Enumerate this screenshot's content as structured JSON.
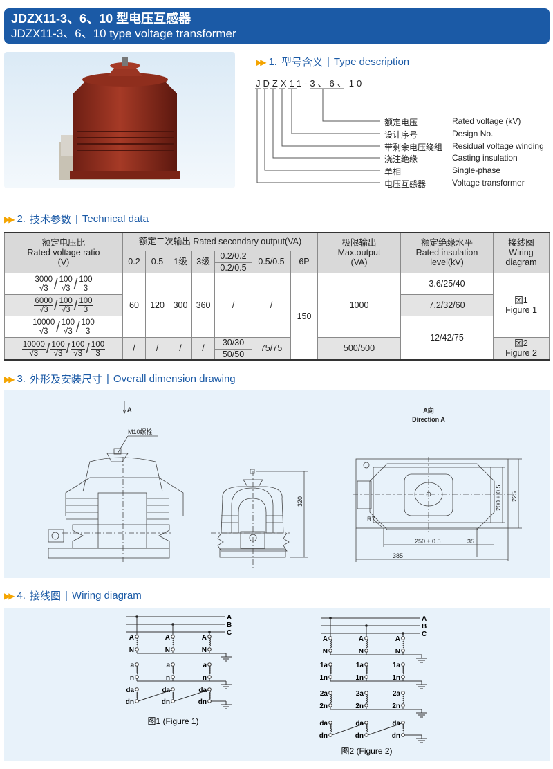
{
  "header": {
    "title_cn": "JDZX11-3、6、10 型电压互感器",
    "title_en": "JDZX11-3、6、10 type voltage transformer"
  },
  "colors": {
    "brand": "#1b5aa6",
    "accent": "#f4a400",
    "panel": "#e8f2fa"
  },
  "sections": {
    "s1": {
      "num": "1.",
      "cn": "型号含义",
      "en": "Type description"
    },
    "s2": {
      "num": "2.",
      "cn": "技术参数",
      "en": "Technical data"
    },
    "s3": {
      "num": "3.",
      "cn": "外形及安装尺寸",
      "en": "Overall dimension drawing"
    },
    "s4": {
      "num": "4.",
      "cn": "接线图",
      "en": "Wiring diagram"
    }
  },
  "type_desc": {
    "code": "JDZX11-3、6、10",
    "items": [
      {
        "cn": "额定电压",
        "en": "Rated voltage (kV)"
      },
      {
        "cn": "设计序号",
        "en": "Design No."
      },
      {
        "cn": "带剩余电压绕组",
        "en": "Residual voltage winding"
      },
      {
        "cn": "浇注绝缘",
        "en": "Casting insulation"
      },
      {
        "cn": "单相",
        "en": "Single-phase"
      },
      {
        "cn": "电压互感器",
        "en": "Voltage transformer"
      }
    ]
  },
  "table": {
    "h_ratio_cn": "额定电压比",
    "h_ratio_en": "Rated voltage ratio",
    "h_ratio_unit": "(V)",
    "h_sec": "额定二次输出 Rated secondary output(VA)",
    "h_max_cn": "极限输出",
    "h_max_en": "Max.output",
    "h_max_unit": "(VA)",
    "h_ins_cn": "额定绝缘水平",
    "h_ins_en": "Rated insulation",
    "h_ins_unit": "level(kV)",
    "h_wir_cn": "接线图",
    "h_wir_en": "Wiring",
    "h_wir_en2": "diagram",
    "classes": [
      "0.2",
      "0.5",
      "1级",
      "3级",
      "0.2/0.2",
      "0.2/0.5",
      "0.5/0.5",
      "6P"
    ],
    "ratios": [
      [
        [
          "3000",
          "√3"
        ],
        [
          "100",
          "√3"
        ],
        [
          "100",
          "3"
        ]
      ],
      [
        [
          "6000",
          "√3"
        ],
        [
          "100",
          "√3"
        ],
        [
          "100",
          "3"
        ]
      ],
      [
        [
          "10000",
          "√3"
        ],
        [
          "100",
          "√3"
        ],
        [
          "100",
          "3"
        ]
      ],
      [
        [
          "10000",
          "√3"
        ],
        [
          "100",
          "√3"
        ],
        [
          "100",
          "√3"
        ],
        [
          "100",
          "3"
        ]
      ]
    ],
    "g1": {
      "c02": "60",
      "c05": "120",
      "c1": "300",
      "c3": "360",
      "c0202": "/",
      "c0505": "/",
      "max": "1000",
      "wiring_cn": "图1",
      "wiring_en": "Figure 1"
    },
    "c6p": "150",
    "ins": [
      "3.6/25/40",
      "7.2/32/60",
      "12/42/75"
    ],
    "g2": {
      "c02": "/",
      "c05": "/",
      "c1": "/",
      "c3": "/",
      "c0202a": "30/30",
      "c0202b": "50/50",
      "c0505": "75/75",
      "max": "500/500",
      "wiring_cn": "图2",
      "wiring_en": "Figure 2"
    }
  },
  "drawing": {
    "arrow_a": "A",
    "bolt": "M10螺栓",
    "height": "320",
    "dir_cn": "A向",
    "dir_en": "Direction A",
    "d200": "200 ± 0.5",
    "d225": "225",
    "r7": "R7",
    "d250": "250 ± 0.5",
    "d35": "35",
    "d385": "385"
  },
  "wiring": {
    "bus": [
      "A",
      "B",
      "C"
    ],
    "fig1": {
      "groups": [
        [
          "A",
          "N"
        ],
        [
          "a",
          "n"
        ],
        [
          "da",
          "dn"
        ]
      ],
      "caption": "图1 (Figure 1)"
    },
    "fig2": {
      "groups": [
        [
          "A",
          "N"
        ],
        [
          "1a",
          "1n"
        ],
        [
          "2a",
          "2n"
        ],
        [
          "da",
          "dn"
        ]
      ],
      "caption": "图2  (Figure 2)"
    }
  }
}
